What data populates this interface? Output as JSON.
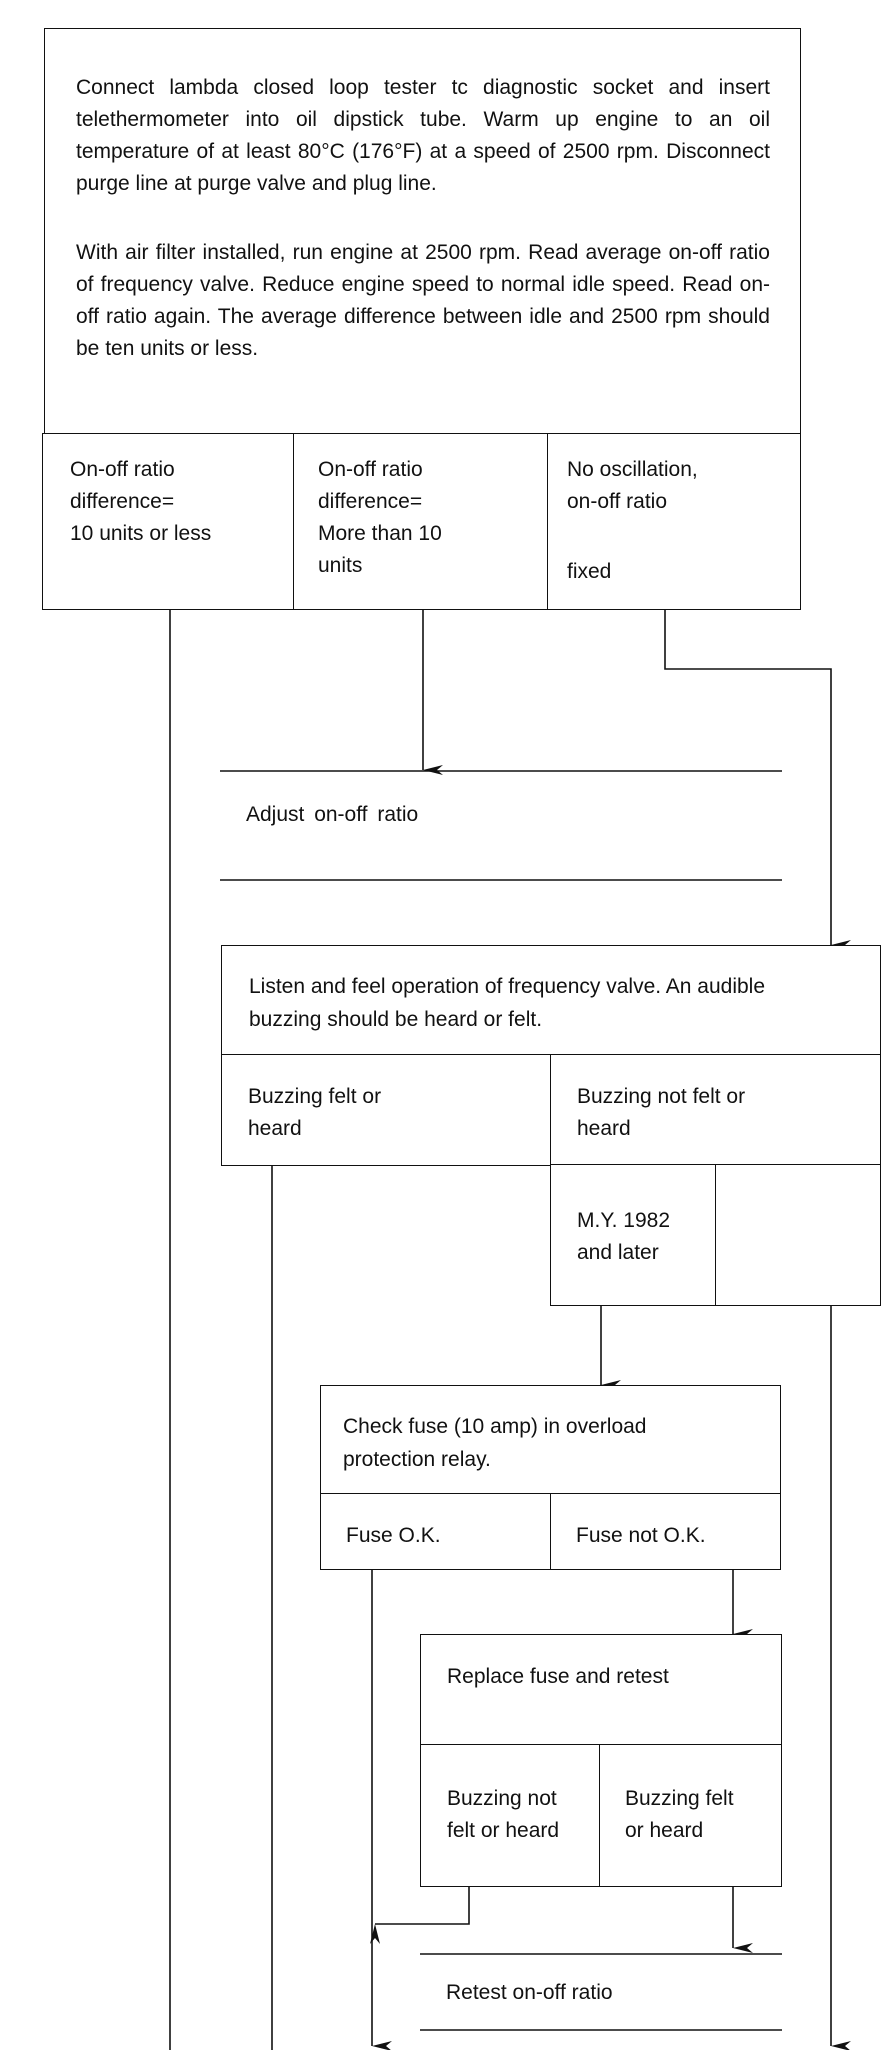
{
  "start": {
    "para1": "Connect lambda closed loop tester tc diagnostic socket and insert telethermometer into oil dipstick tube. Warm up engine to an oil temperature of at least 80°C (176°F) at a speed of 2500 rpm. Disconnect purge line at purge valve and plug line.",
    "para2": "With air filter installed, run engine at 2500 rpm. Read average on-off ratio of frequency valve. Reduce engine speed to normal idle speed. Read on-off ratio again. The average difference between idle and 2500 rpm should be ten units or less.",
    "branch_a": [
      "On-off ratio",
      "difference=",
      "10 units or less"
    ],
    "branch_b": [
      "On-off ratio",
      "difference=",
      "More than 10",
      "units"
    ],
    "branch_c": [
      "No oscillation,",
      "on-off ratio",
      "fixed"
    ]
  },
  "adjust": {
    "label": "Adjust on-off ratio"
  },
  "listen": {
    "text": [
      "Listen and feel operation of frequency valve. An audible",
      "buzzing should be heard or felt."
    ],
    "felt": [
      "Buzzing felt or",
      "heard"
    ],
    "not_felt": [
      "Buzzing not felt or",
      "heard"
    ],
    "model_year": [
      "M.Y. 1982",
      "and later"
    ]
  },
  "fuse": {
    "text": [
      "Check fuse (10 amp) in overload",
      "protection relay."
    ],
    "ok": "Fuse O.K.",
    "not_ok": "Fuse not O.K."
  },
  "replace": {
    "text": "Replace fuse and retest",
    "not_felt": [
      "Buzzing not",
      "felt or heard"
    ],
    "felt": [
      "Buzzing felt",
      "or heard"
    ]
  },
  "retest": {
    "label": "Retest on-off ratio"
  }
}
